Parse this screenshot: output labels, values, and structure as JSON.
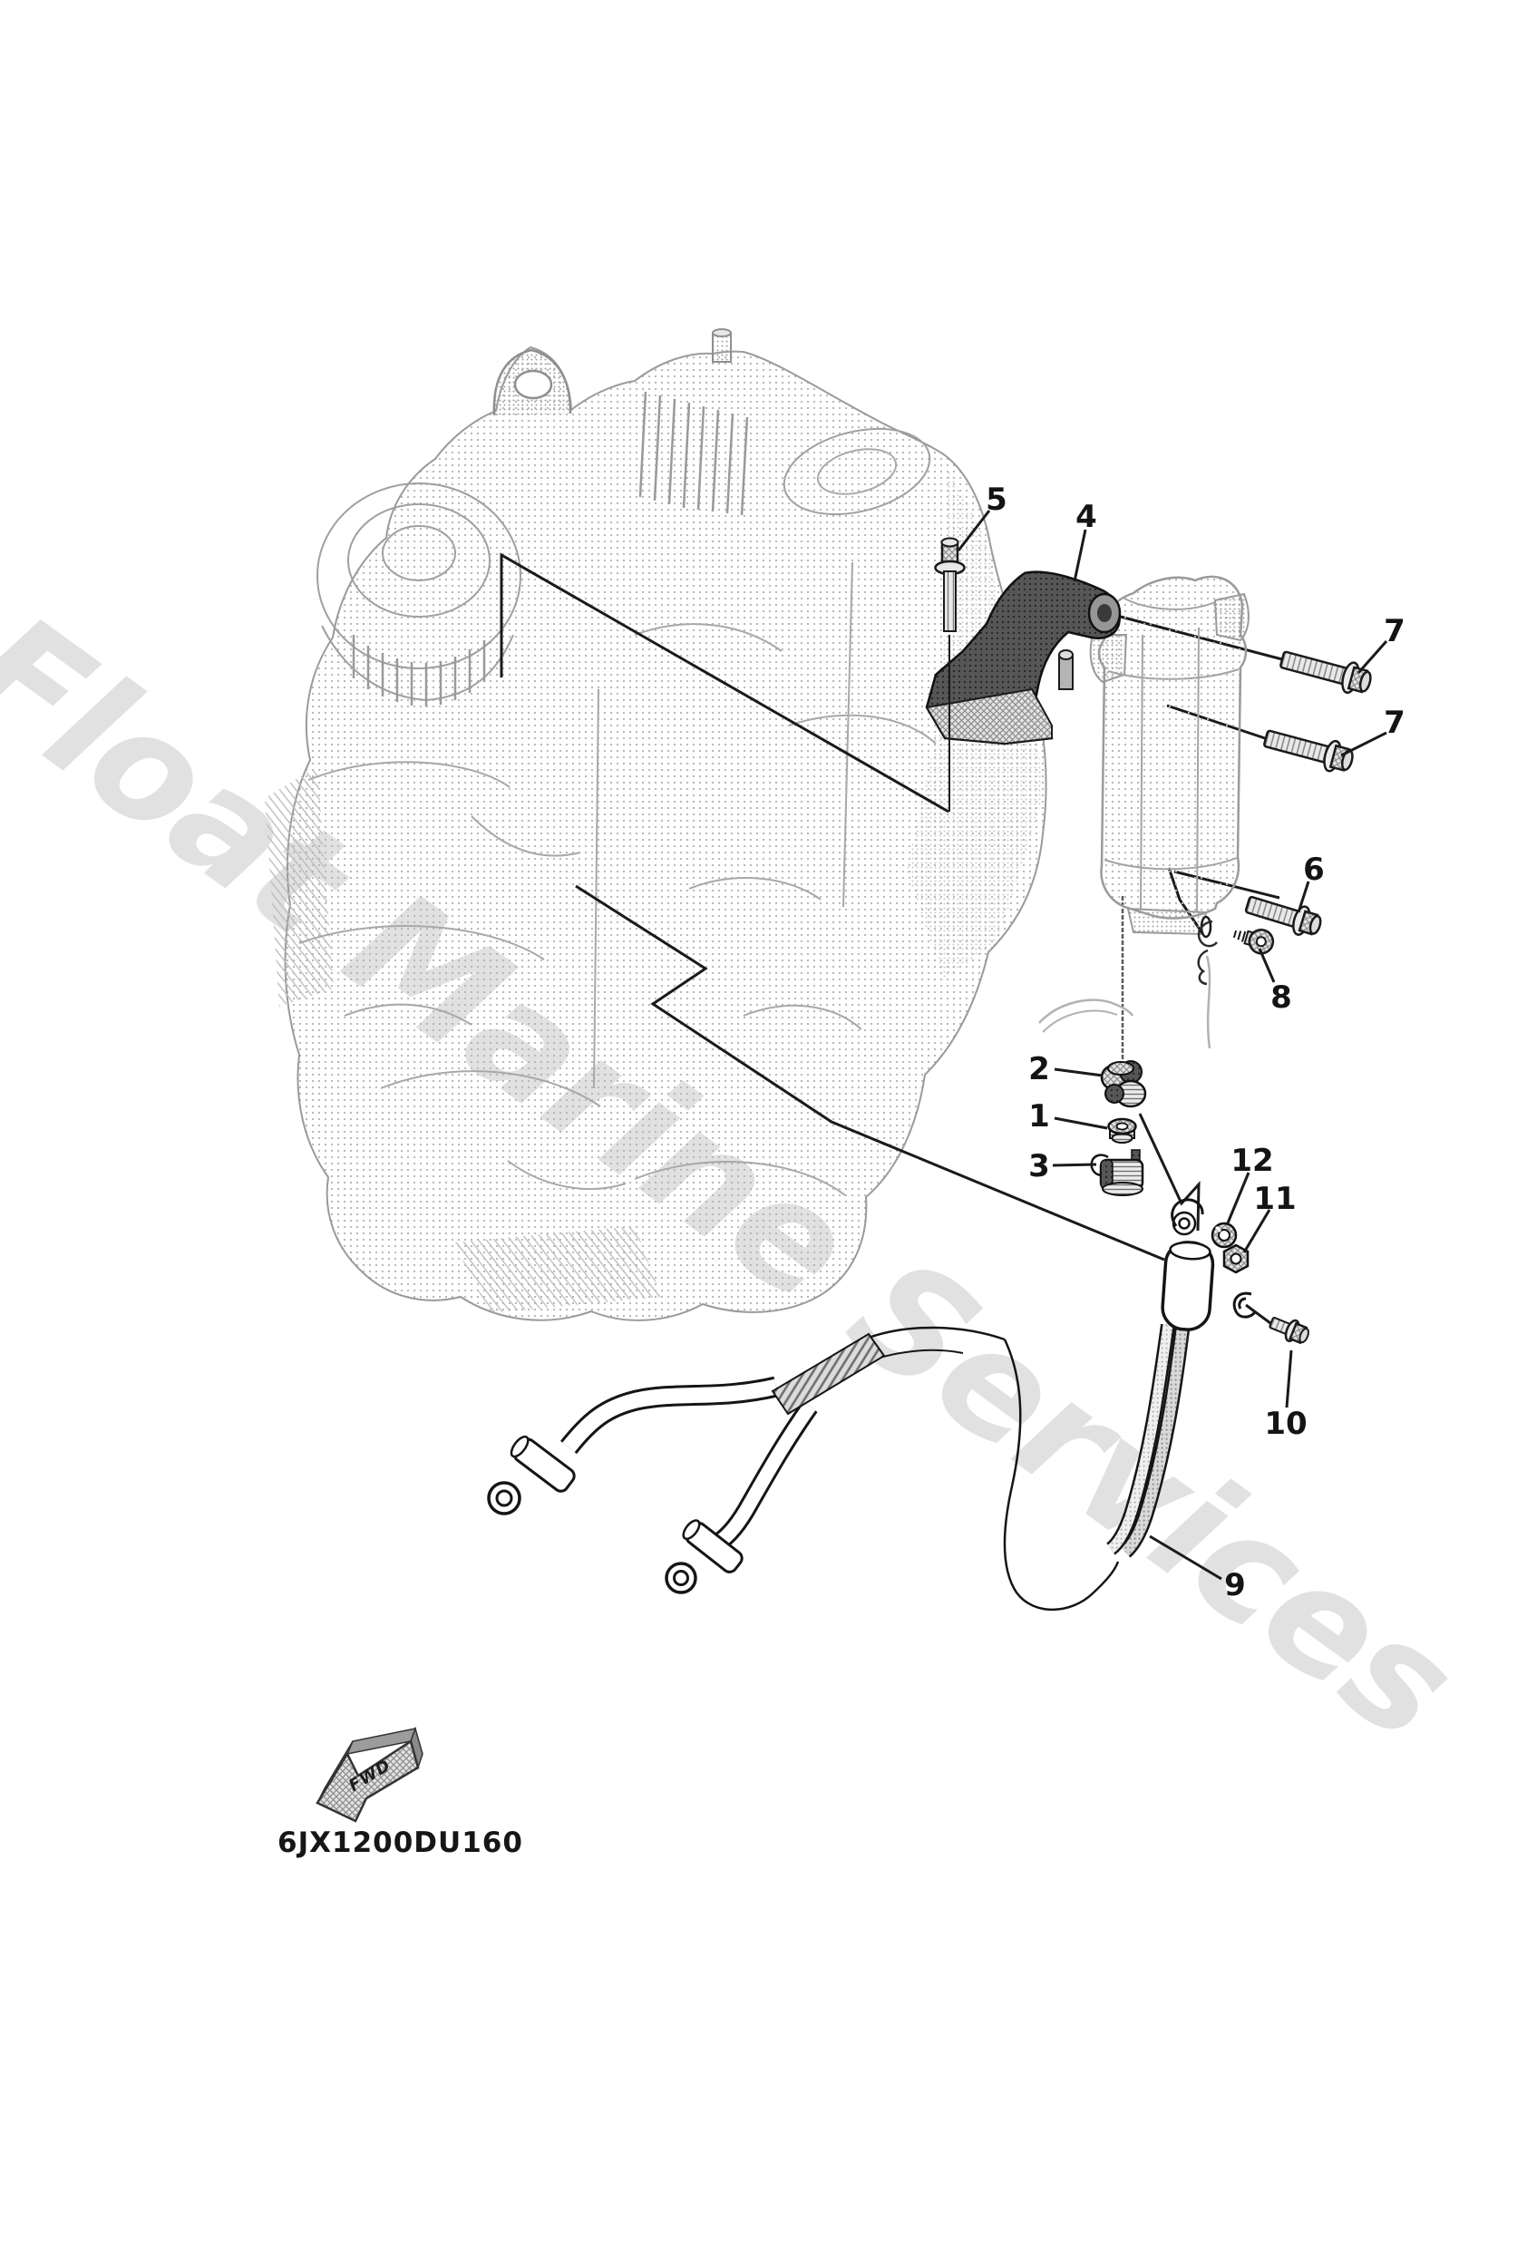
{
  "diagram": {
    "watermark_text": "Float Marine Services",
    "part_code": "6JX1200DU160",
    "fwd_label": "FWD",
    "callouts": [
      {
        "id": "5",
        "label": "5"
      },
      {
        "id": "4",
        "label": "4"
      },
      {
        "id": "7-upper",
        "label": "7"
      },
      {
        "id": "7-lower",
        "label": "7"
      },
      {
        "id": "6",
        "label": "6"
      },
      {
        "id": "8",
        "label": "8"
      },
      {
        "id": "2",
        "label": "2"
      },
      {
        "id": "1",
        "label": "1"
      },
      {
        "id": "3",
        "label": "3"
      },
      {
        "id": "12",
        "label": "12"
      },
      {
        "id": "11",
        "label": "11"
      },
      {
        "id": "10",
        "label": "10"
      },
      {
        "id": "9",
        "label": "9"
      }
    ],
    "colors": {
      "leader_line": "#1a1a1a",
      "halftone_dot": "#b4b4b4",
      "bracket_dark": "#4a4a4a",
      "watermark": "rgba(70,70,70,0.16)",
      "background": "#ffffff"
    }
  }
}
